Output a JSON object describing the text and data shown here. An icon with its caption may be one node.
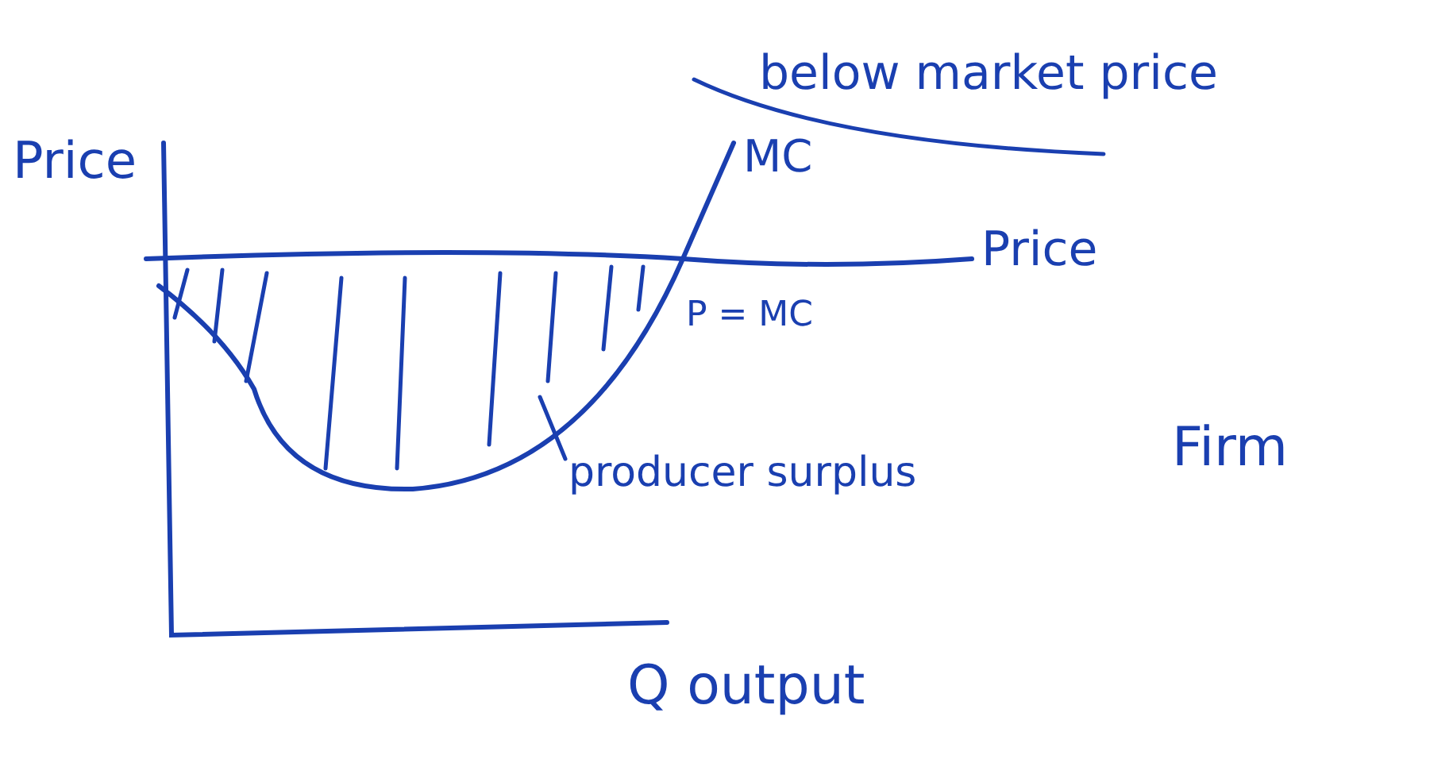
{
  "diagram": {
    "nodes": [
      {
        "text": [
          "producer surplus"
        ]
      },
      {
        "text": [],
        "shape": "area"
      }
    ],
    "edges": [
      {
        "from": 0,
        "to": 1,
        "arrow": "none"
      }
    ],
    "labels": [
      "below market price",
      "Price",
      "MC",
      "Price",
      "P = MC",
      "Firm",
      "Q output"
    ]
  }
}
